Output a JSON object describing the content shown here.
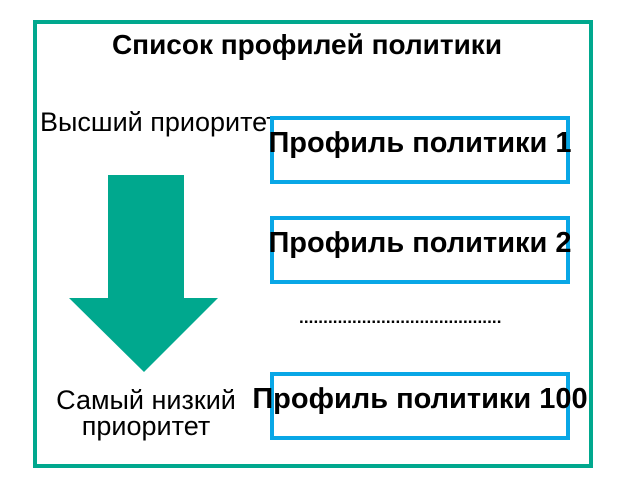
{
  "diagram": {
    "title": "Список профилей политики",
    "high_priority_label": "Высший приоритет",
    "low_priority_label": "Самый низкий приоритет",
    "separator_dots": "..........................................",
    "boxes": [
      {
        "label": "Профиль политики 1"
      },
      {
        "label": "Профиль политики 2"
      },
      {
        "label": "Профиль политики 100"
      }
    ],
    "colors": {
      "frame_border": "#00A88E",
      "arrow_fill": "#00A88E",
      "box_border": "#09A7E6",
      "text": "#000000"
    }
  }
}
